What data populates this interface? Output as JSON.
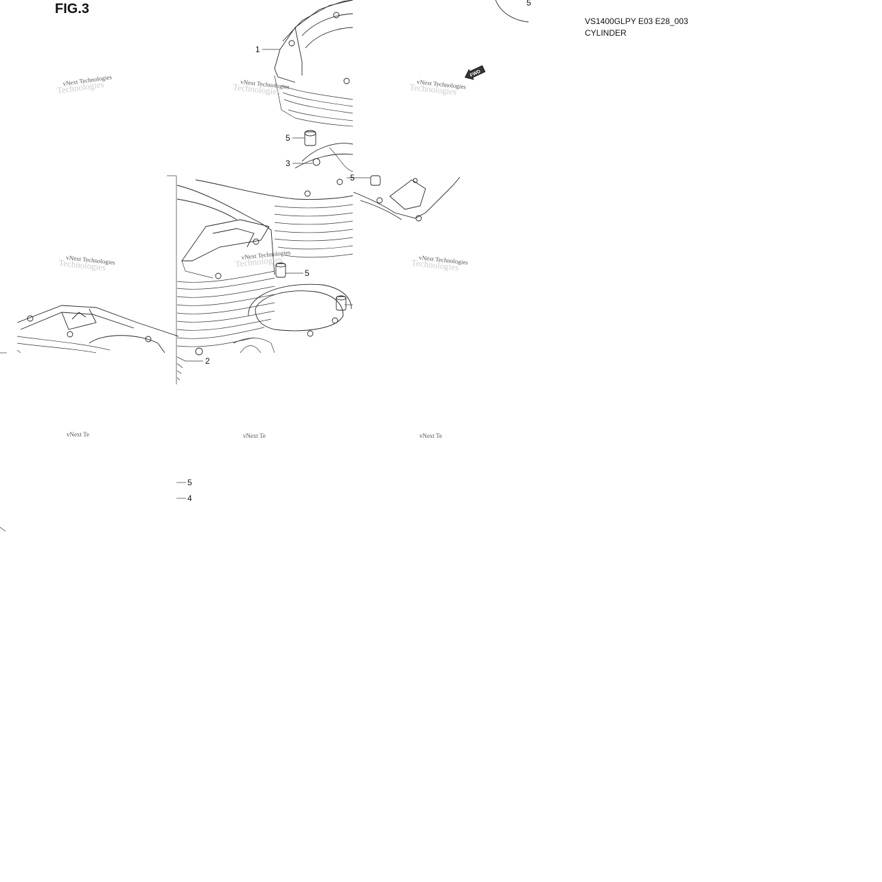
{
  "figure": {
    "title": "FIG.3",
    "model_code": "VS1400GLPY E03 E28_003",
    "section_name": "CYLINDER"
  },
  "callouts": [
    {
      "id": "c1",
      "label": "1"
    },
    {
      "id": "c5a",
      "label": "5"
    },
    {
      "id": "c3",
      "label": "3"
    },
    {
      "id": "c5b",
      "label": "5"
    },
    {
      "id": "c5c",
      "label": "5"
    },
    {
      "id": "c2",
      "label": "2"
    },
    {
      "id": "c5d",
      "label": "5"
    },
    {
      "id": "c4",
      "label": "4"
    },
    {
      "id": "c5e",
      "label": "5"
    }
  ],
  "fwd_arrow_label": "FWD",
  "watermark": {
    "line1": "vNext Technologies",
    "line2": "Technologies"
  }
}
